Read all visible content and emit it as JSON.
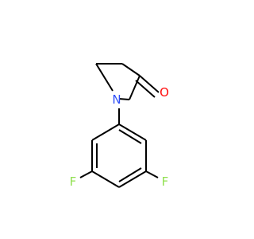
{
  "molecule": {
    "atoms": [
      {
        "id": "N",
        "symbol": "N",
        "label": "N"
      },
      {
        "id": "O",
        "symbol": "O",
        "label": "O"
      },
      {
        "id": "F1",
        "symbol": "F",
        "label": "F"
      },
      {
        "id": "F2",
        "symbol": "F",
        "label": "F"
      }
    ],
    "colors": {
      "bond": "#000000",
      "N": "#3050f8",
      "O": "#ff0d0d",
      "F": "#90e050"
    }
  }
}
